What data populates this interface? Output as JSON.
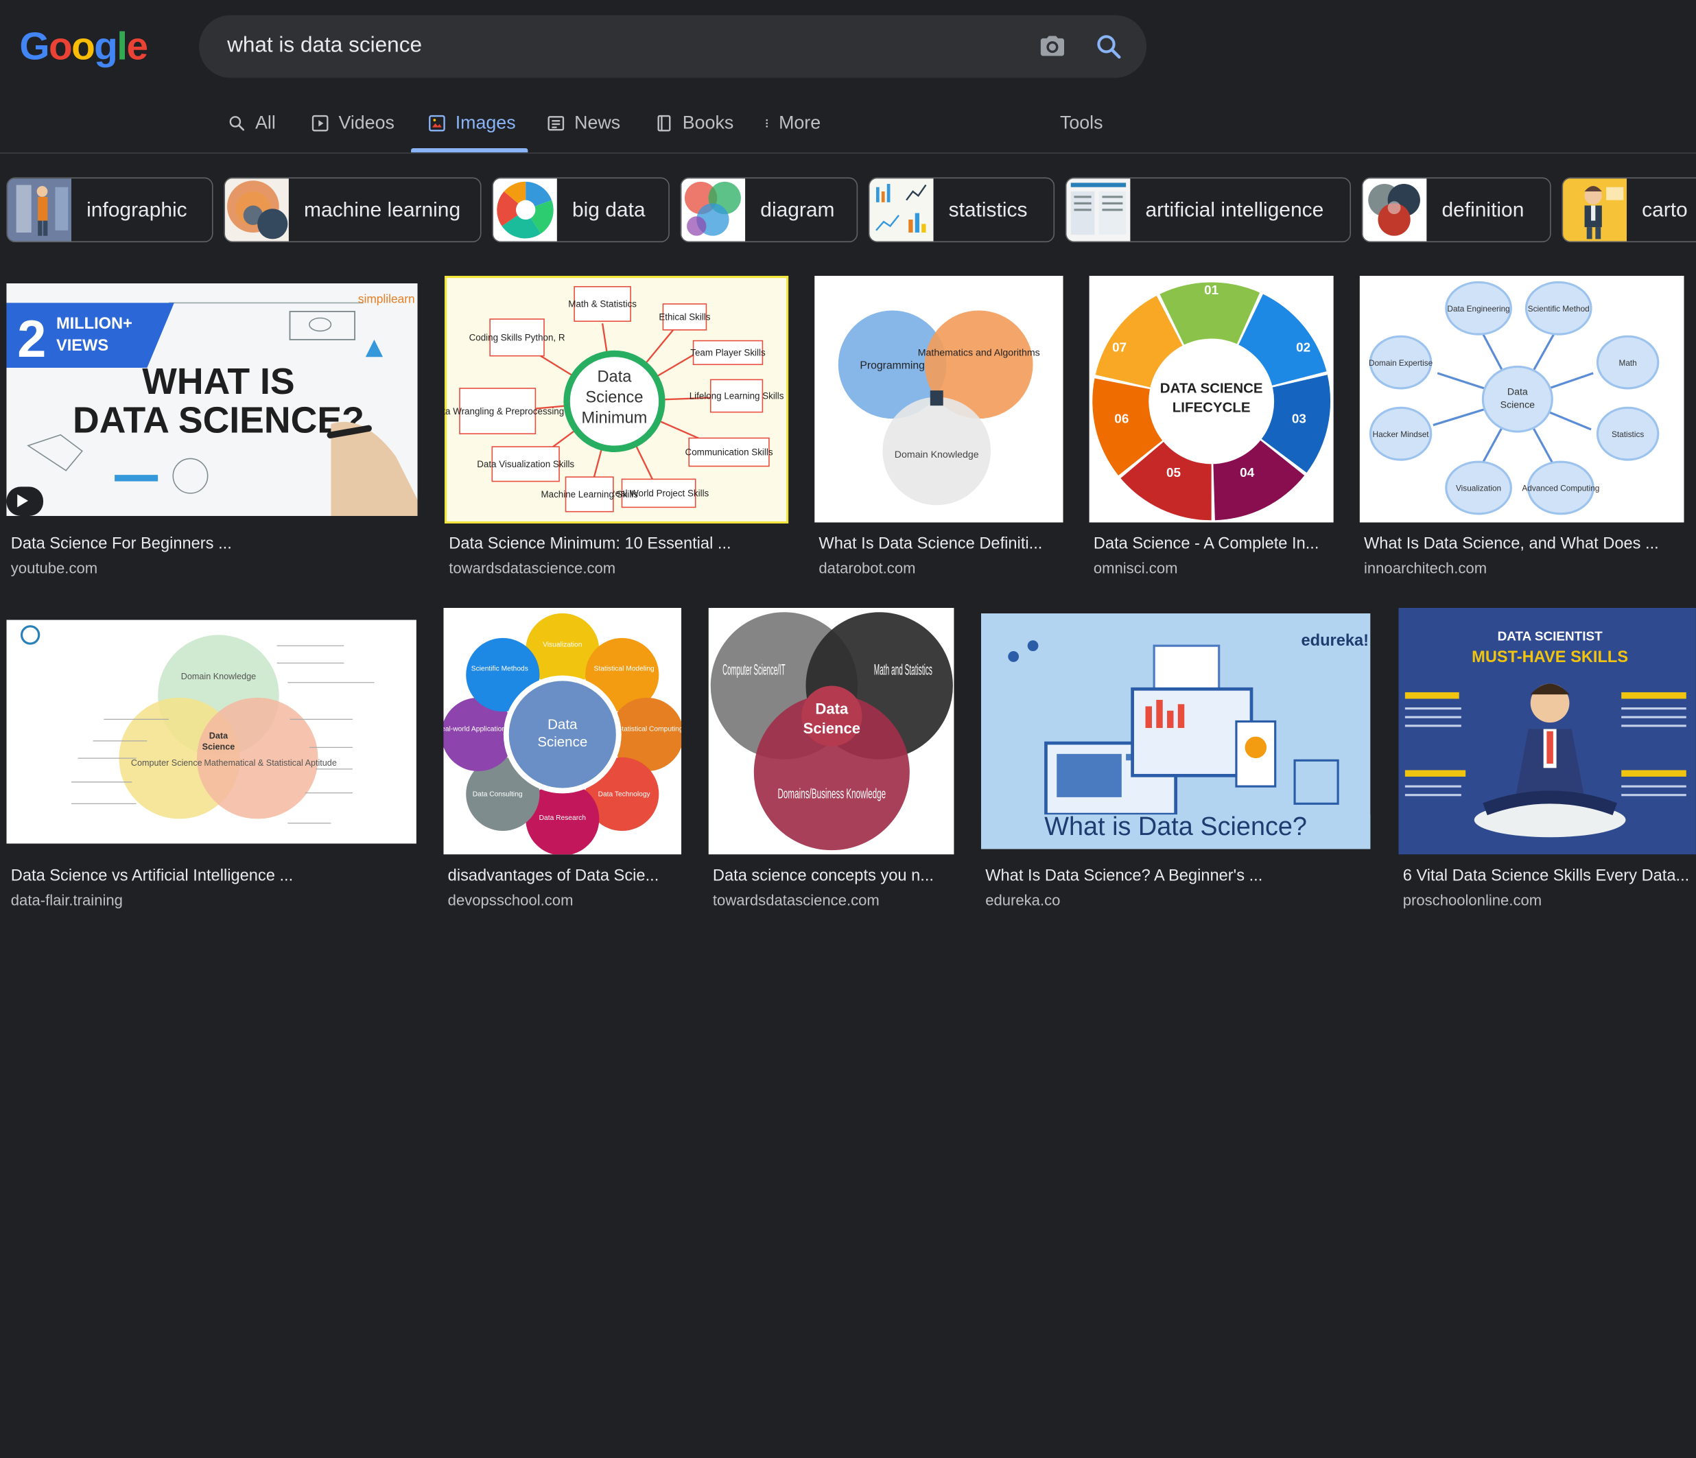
{
  "logo": {
    "letters": [
      "G",
      "o",
      "o",
      "g",
      "l",
      "e"
    ]
  },
  "search": {
    "query": "what is data science"
  },
  "icons": {
    "camera": "camera-icon",
    "search": "search-icon"
  },
  "tabs": [
    {
      "label": "All",
      "icon": "search-icon"
    },
    {
      "label": "Videos",
      "icon": "play-icon"
    },
    {
      "label": "Images",
      "icon": "image-icon",
      "active": true
    },
    {
      "label": "News",
      "icon": "newspaper-icon"
    },
    {
      "label": "Books",
      "icon": "book-icon"
    },
    {
      "label": "More",
      "icon": "more-vert-icon"
    }
  ],
  "tools_label": "Tools",
  "chips": [
    "infographic",
    "machine learning",
    "big data",
    "diagram",
    "statistics",
    "artificial intelligence",
    "definition",
    "carto"
  ],
  "results": [
    {
      "title": "Data Science For Beginners ...",
      "site": "youtube.com",
      "img": {
        "badge_big": "2",
        "badge_l1": "MILLION+",
        "badge_l2": "VIEWS",
        "line1": "WHAT IS",
        "line2": "DATA SCIENCE?",
        "brand": "simplilearn"
      }
    },
    {
      "title": "Data Science Minimum: 10 Essential ...",
      "site": "towardsdatascience.com",
      "img": {
        "center": [
          "Data",
          "Science",
          "Minimum"
        ],
        "nodes": [
          "Math & Statistics",
          "Ethical Skills",
          "Team Player Skills",
          "Lifelong Learning Skills",
          "Communication Skills",
          "Real World Project Skills",
          "Machine Learning Skills",
          "Data Visualization Skills",
          "Data Wrangling & Preprocessing",
          "Coding Skills Python, R"
        ]
      }
    },
    {
      "title": "What Is Data Science Definiti...",
      "site": "datarobot.com",
      "img": {
        "circles": [
          "Programming",
          "Mathematics and Algorithms",
          "Domain Knowledge"
        ]
      }
    },
    {
      "title": "Data Science - A Complete In...",
      "site": "omnisci.com",
      "img": {
        "center": [
          "DATA SCIENCE",
          "LIFECYCLE"
        ],
        "steps": [
          "01",
          "02",
          "03",
          "04",
          "05",
          "06",
          "07"
        ]
      }
    },
    {
      "title": "What Is Data Science, and What Does ...",
      "site": "innoarchitech.com",
      "img": {
        "center": [
          "Data",
          "Science"
        ],
        "nodes": [
          "Data Engineering",
          "Scientific Method",
          "Math",
          "Statistics",
          "Advanced Computing",
          "Visualization",
          "Hacker Mindset",
          "Domain Expertise"
        ]
      }
    },
    {
      "title": "Data Science vs Artificial Intelligence ...",
      "site": "data-flair.training",
      "img": {
        "center": [
          "Data",
          "Science"
        ],
        "circles": [
          "Domain Knowledge",
          "Computer Science",
          "Mathematical & Statistical Aptitude"
        ]
      }
    },
    {
      "title": "disadvantages of Data Scie...",
      "site": "devopsschool.com",
      "img": {
        "center": [
          "Data",
          "Science"
        ],
        "petals": [
          "Visualization",
          "Statistical Modeling",
          "Statistical Computing",
          "Data Technology",
          "Data Research",
          "Data Consulting",
          "Real-world Applications",
          "Scientific Methods"
        ]
      }
    },
    {
      "title": "Data science concepts you n...",
      "site": "towardsdatascience.com",
      "img": {
        "center": [
          "Data",
          "Science"
        ],
        "circles": [
          "Computer Science/IT",
          "Math and Statistics",
          "Domains/Business Knowledge"
        ]
      }
    },
    {
      "title": "What Is Data Science? A Beginner's ...",
      "site": "edureka.co",
      "img": {
        "brand": "edureka!",
        "caption": "What is Data Science?"
      }
    },
    {
      "title": "6 Vital Data Science Skills Every Data...",
      "site": "proschoolonline.com",
      "img": {
        "l1": "DATA SCIENTIST",
        "l2": "MUST-HAVE SKILLS"
      }
    }
  ]
}
